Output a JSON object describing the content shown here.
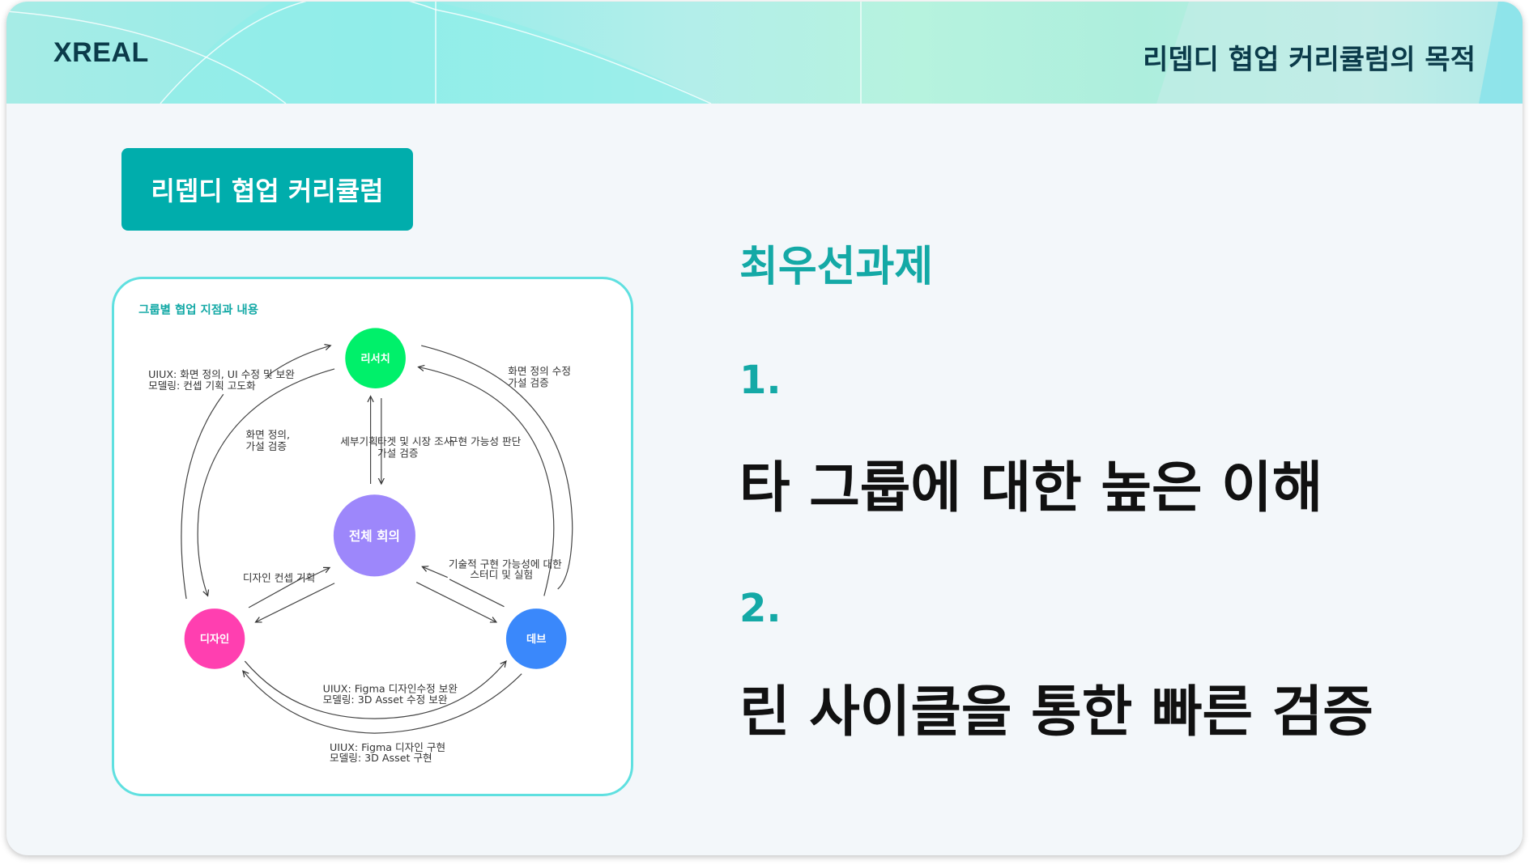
{
  "header": {
    "logo": "XREAL",
    "title": "리뎁디 협업 커리큘럼의 목적"
  },
  "tag_label": "리뎁디 협업 커리큘럼",
  "diagram": {
    "title": "그룹별 협업 지점과 내용",
    "nodes": {
      "research": "리서치",
      "meeting": "전체 회의",
      "design": "디자인",
      "dev": "데브"
    },
    "labels": {
      "top_left_1": "UIUX: 화면 정의, UI 수정 및 보완",
      "top_left_2": "모델링: 컨셉 기획 고도화",
      "inner_left_1": "화면 정의,",
      "inner_left_2": "가설 검증",
      "top_right_1": "화면 정의 수정",
      "top_right_2": "가설 검증",
      "center_left": "세부기획",
      "center_right_1": "타겟 및 시장 조사",
      "center_right_2": "가설 검증",
      "inner_right": "구현 가능성  판단",
      "design_concept": "디자인 컨셉 기획",
      "dev_study_1": "기술적 구현 가능성에 대한",
      "dev_study_2": "스터디 및 실험",
      "bottom_inner_1": "UIUX: Figma 디자인수정 보완",
      "bottom_inner_2": "모델링: 3D Asset  수정 보완",
      "bottom_outer_1": "UIUX: Figma 디자인 구현",
      "bottom_outer_2": "모델링: 3D Asset 구현"
    },
    "colors": {
      "research": "#00f06a",
      "meeting": "#9d87fb",
      "design": "#ff3fb0",
      "dev": "#3a88fb"
    }
  },
  "main": {
    "heading": "최우선과제",
    "items": [
      {
        "num": "1.",
        "text": "타 그룹에 대한 높은 이해"
      },
      {
        "num": "2.",
        "text": "린 사이클을 통한 빠른 검증"
      }
    ]
  }
}
